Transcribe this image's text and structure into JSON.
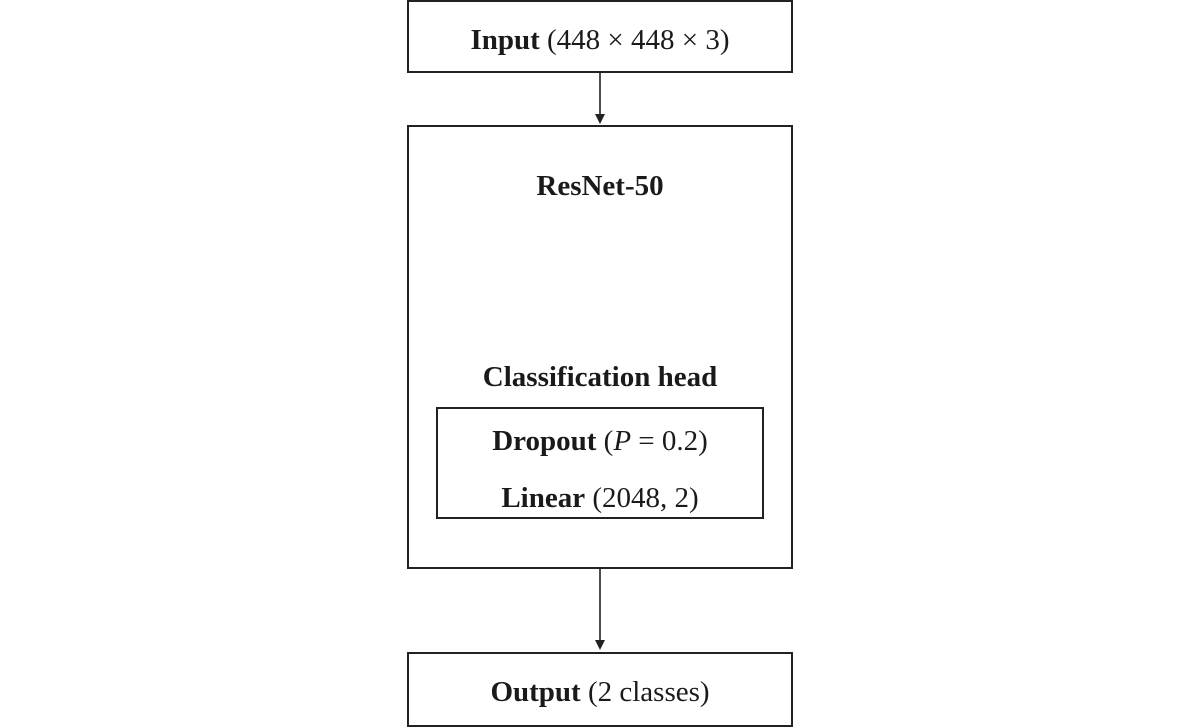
{
  "input": {
    "name": "Input",
    "detail": "(448 × 448 × 3)"
  },
  "backbone": {
    "title": "ResNet-50"
  },
  "head": {
    "title": "Classification head",
    "dropout": {
      "name": "Dropout",
      "open": "(",
      "param": "P",
      "rest": " = 0.2)"
    },
    "linear": {
      "name": "Linear",
      "detail": "(2048, 2)"
    }
  },
  "output": {
    "name": "Output",
    "detail": "(2 classes)"
  }
}
